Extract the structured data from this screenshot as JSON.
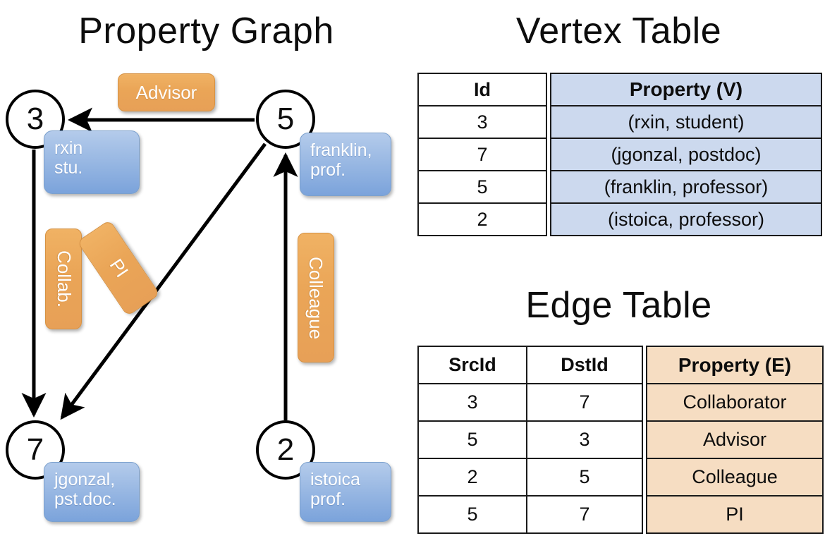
{
  "titles": {
    "property_graph": "Property Graph",
    "vertex_table": "Vertex Table",
    "edge_table": "Edge Table"
  },
  "graph": {
    "nodes": [
      {
        "id": "3",
        "property_label": "rxin\nstu."
      },
      {
        "id": "5",
        "property_label": "franklin,\nprof."
      },
      {
        "id": "7",
        "property_label": "jgonzal,\npst.doc."
      },
      {
        "id": "2",
        "property_label": "istoica\nprof."
      }
    ],
    "node_labels": {
      "n3": "3",
      "n5": "5",
      "n7": "7",
      "n2": "2"
    },
    "property_boxes": {
      "rxin_line1": "rxin",
      "rxin_line2": "stu.",
      "franklin_line1": "franklin,",
      "franklin_line2": "prof.",
      "jgonzal_line1": "jgonzal,",
      "jgonzal_line2": "pst.doc.",
      "istoica_line1": "istoica",
      "istoica_line2": "prof."
    },
    "edge_labels": {
      "advisor": "Advisor",
      "collab": "Collab.",
      "pi": "PI",
      "colleague": "Colleague"
    },
    "edges": [
      {
        "from": "5",
        "to": "3",
        "label": "Advisor"
      },
      {
        "from": "3",
        "to": "7",
        "label": "Collab."
      },
      {
        "from": "5",
        "to": "7",
        "label": "PI"
      },
      {
        "from": "2",
        "to": "5",
        "label": "Colleague"
      }
    ]
  },
  "vertex_table": {
    "headers": [
      "Id",
      "Property (V)"
    ],
    "rows": [
      {
        "id": "3",
        "property": "(rxin, student)"
      },
      {
        "id": "7",
        "property": "(jgonzal, postdoc)"
      },
      {
        "id": "5",
        "property": "(franklin, professor)"
      },
      {
        "id": "2",
        "property": "(istoica, professor)"
      }
    ]
  },
  "edge_table": {
    "headers": [
      "SrcId",
      "DstId",
      "Property (E)"
    ],
    "rows": [
      {
        "src": "3",
        "dst": "7",
        "property": "Collaborator"
      },
      {
        "src": "5",
        "dst": "3",
        "property": "Advisor"
      },
      {
        "src": "2",
        "dst": "5",
        "property": "Colleague"
      },
      {
        "src": "5",
        "dst": "7",
        "property": "PI"
      }
    ]
  },
  "colors": {
    "vertex_property_fill": "#ccd9ee",
    "edge_property_fill": "#f6ddc2",
    "node_box_blue": "#9dbbe4",
    "edge_label_orange": "#eaa557",
    "stroke": "#000000"
  }
}
